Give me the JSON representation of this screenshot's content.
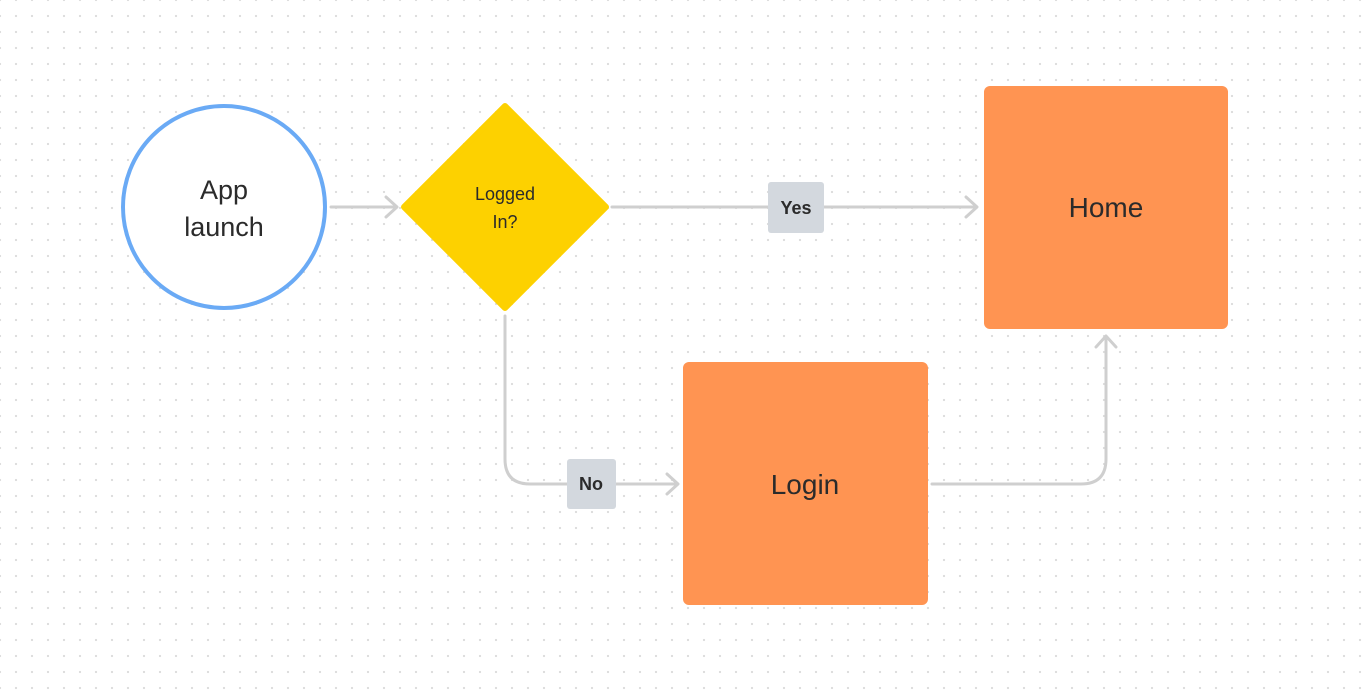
{
  "nodes": {
    "start": {
      "line1": "App",
      "line2": "launch"
    },
    "decision": {
      "line1": "Logged",
      "line2": "In?"
    },
    "home": {
      "label": "Home"
    },
    "login": {
      "label": "Login"
    }
  },
  "edges": {
    "yes_label": "Yes",
    "no_label": "No"
  },
  "colors": {
    "start_stroke": "#6aaaf5",
    "decision_fill": "#fdd100",
    "process_fill": "#ff9452",
    "connector": "#cfcfcf",
    "edge_label_bg": "#d3d8de"
  }
}
